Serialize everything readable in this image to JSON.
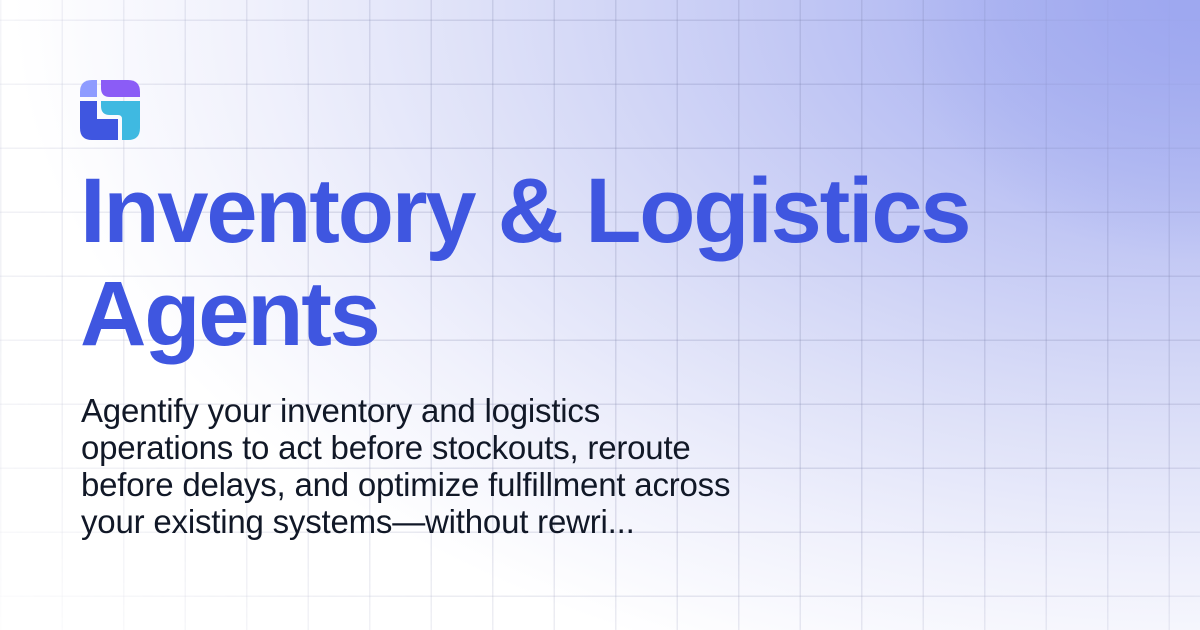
{
  "logo": {
    "icon": "brand-logo-icon",
    "colors": {
      "top_left": "#8e9cff",
      "top_right": "#8b5cf6",
      "bottom_left": "#3f56e0",
      "bottom_right": "#3fb9e1"
    }
  },
  "hero": {
    "title_lines": [
      "Inventory & Logistics",
      "Agents"
    ],
    "description_lines": [
      "Agentify your inventory and logistics",
      "operations to act before stockouts, reroute",
      "before delays, and optimize fulfillment across",
      "your existing systems—without rewri..."
    ]
  },
  "theme": {
    "title_color": "#3f56e0",
    "text_color": "#111827",
    "background_accent": "#a0a8f0",
    "background_base": "#ffffff"
  }
}
